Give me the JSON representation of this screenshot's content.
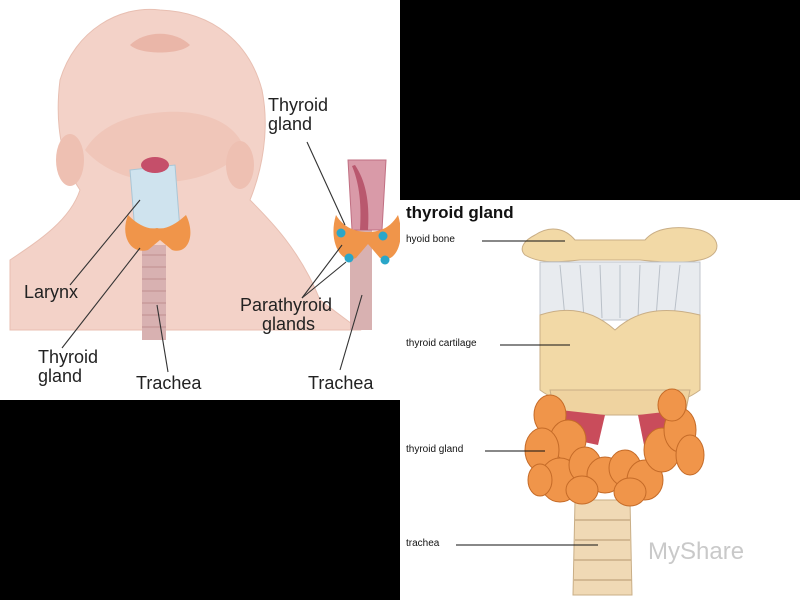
{
  "left_panel": {
    "labels": {
      "thyroid_gland_top_line1": "Thyroid",
      "thyroid_gland_top_line2": "gland",
      "larynx": "Larynx",
      "thyroid_gland_bottom_line1": "Thyroid",
      "thyroid_gland_bottom_line2": "gland",
      "trachea_left": "Trachea",
      "parathyroid_line1": "Parathyroid",
      "parathyroid_line2": "glands",
      "trachea_right": "Trachea"
    }
  },
  "right_panel": {
    "title": "thyroid gland",
    "labels": {
      "hyoid_bone": "hyoid bone",
      "thyroid_cartilage": "thyroid cartilage",
      "thyroid_gland": "thyroid gland",
      "trachea": "trachea"
    },
    "watermark": "MyShare"
  },
  "colors": {
    "background": "#000000",
    "skin": "#f3d2c8",
    "thyroid": "#f0954a",
    "cartilage": "#f2d9a6",
    "trachea": "#d9b3b3",
    "parathyroid": "#2aa6c8"
  }
}
